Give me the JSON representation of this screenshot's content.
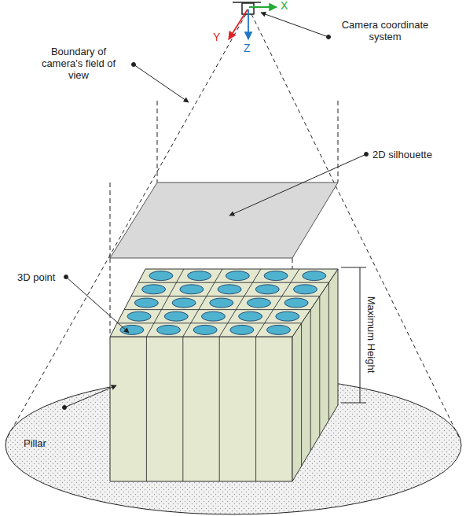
{
  "diagram": {
    "labels": [
      "X",
      "Y",
      "Z",
      "Camera coordinate system",
      "Boundary of camera's field of view",
      "2D silhouette",
      "3D point",
      "Pillar",
      "Maximum Height"
    ]
  }
}
